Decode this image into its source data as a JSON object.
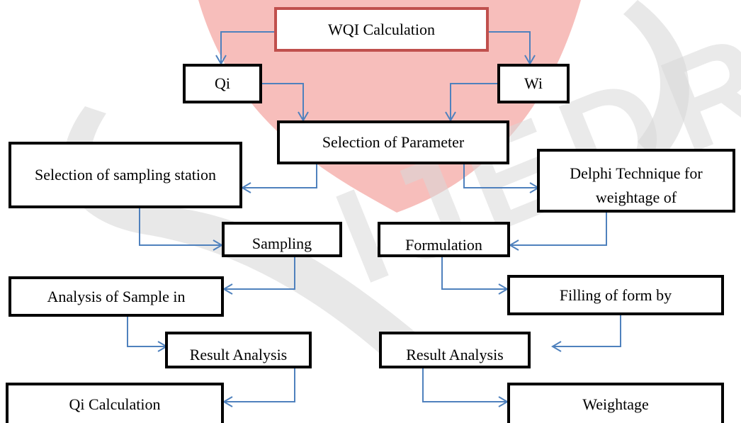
{
  "colors": {
    "box_border": "#000000",
    "title_border": "#c0504d",
    "arrow": "#4f81bd",
    "watermark_red": "#f4a8a4",
    "watermark_gray": "#d9d9d9"
  },
  "watermark": {
    "text": "IJEDR"
  },
  "nodes": {
    "wqi": "WQI Calculation",
    "qi": "Qi",
    "wi": "Wi",
    "parameter": "Selection of Parameter",
    "sampling_station": "Selection of sampling station",
    "delphi": "Delphi Technique for weightage of",
    "sampling": "Sampling",
    "formulation": "Formulation",
    "analysis": "Analysis of Sample in",
    "filling": "Filling of form by",
    "result_left": "Result Analysis",
    "result_right": "Result Analysis",
    "qi_calc": "Qi Calculation",
    "weightage": "Weightage"
  }
}
